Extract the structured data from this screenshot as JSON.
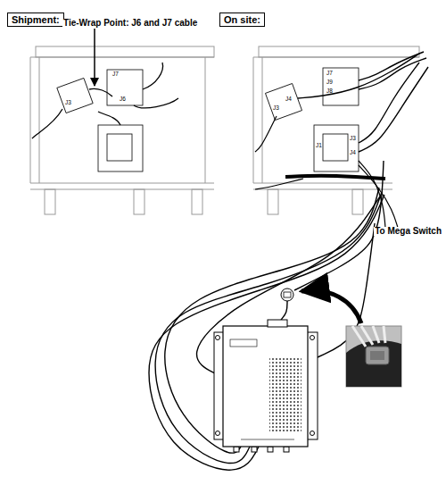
{
  "diagram": {
    "nodes": [
      {
        "text": [
          "Shipment:"
        ]
      },
      {
        "text": [
          "On site:"
        ]
      }
    ],
    "labels": [
      "Tie-Wrap Point: J6 and J7 cable",
      "J3",
      "J7",
      "J6",
      "J7",
      "J9",
      "J8",
      "J3",
      "J4",
      "J1",
      "J3",
      "J4",
      "To Mega Switch"
    ]
  }
}
